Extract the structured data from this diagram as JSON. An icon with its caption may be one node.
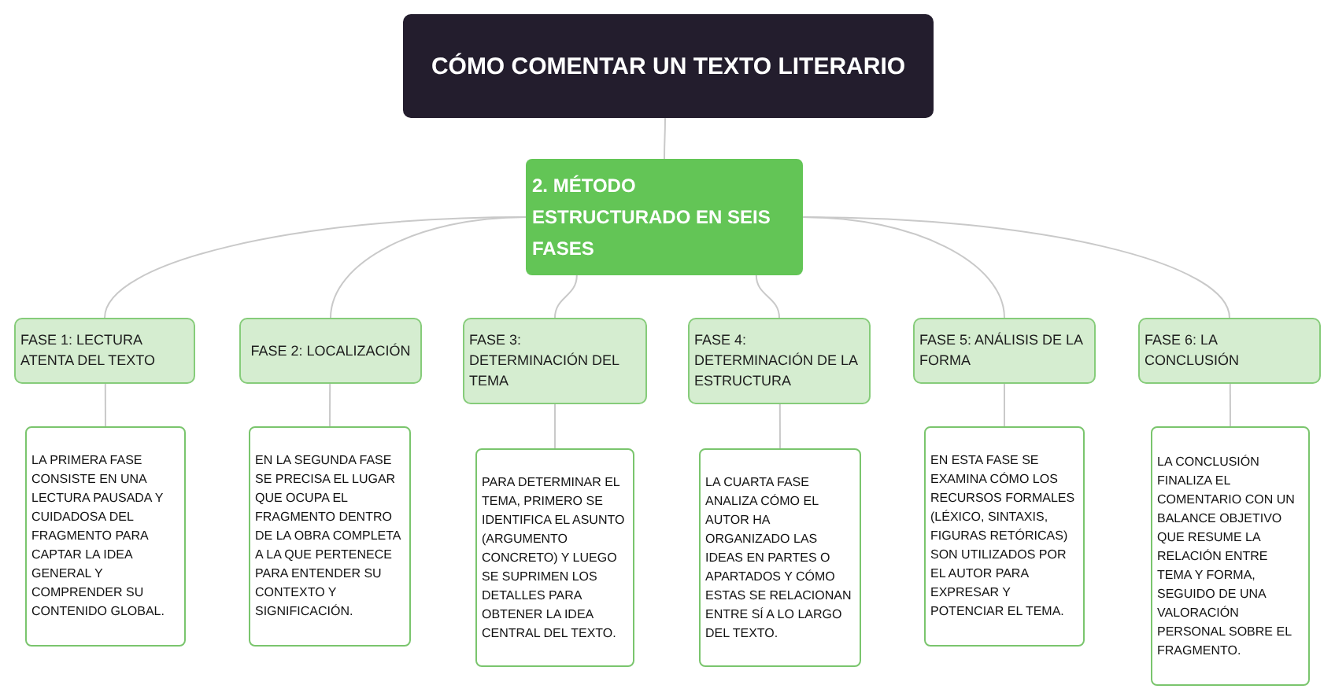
{
  "diagram": {
    "nodes": [
      {
        "text": [
          "CÓMO COMENTAR UN TEXTO LITERARIO"
        ]
      },
      {
        "text": [
          "2. MÉTODO ESTRUCTURADO EN SEIS FASES"
        ]
      },
      {
        "text": [
          "FASE 1: LECTURA ATENTA DEL TEXTO"
        ]
      },
      {
        "text": [
          "FASE 2: LOCALIZACIÓN"
        ]
      },
      {
        "text": [
          "FASE 3: DETERMINACIÓN DEL TEMA"
        ]
      },
      {
        "text": [
          "FASE 4: DETERMINACIÓN DE LA ESTRUCTURA"
        ]
      },
      {
        "text": [
          "FASE 5: ANÁLISIS DE LA FORMA"
        ]
      },
      {
        "text": [
          "FASE 6: LA CONCLUSIÓN"
        ]
      },
      {
        "text": [
          "LA PRIMERA FASE CONSISTE EN UNA LECTURA PAUSADA Y CUIDADOSA DEL FRAGMENTO PARA CAPTAR LA IDEA GENERAL Y COMPRENDER SU CONTENIDO GLOBAL."
        ]
      },
      {
        "text": [
          "EN LA SEGUNDA FASE SE PRECISA EL LUGAR QUE OCUPA EL FRAGMENTO DENTRO DE LA OBRA COMPLETA A LA QUE PERTENECE PARA ENTENDER SU CONTEXTO Y SIGNIFICACIÓN."
        ]
      },
      {
        "text": [
          "PARA DETERMINAR EL TEMA, PRIMERO SE IDENTIFICA EL ASUNTO (ARGUMENTO CONCRETO) Y LUEGO SE SUPRIMEN LOS DETALLES PARA OBTENER LA IDEA CENTRAL DEL TEXTO."
        ]
      },
      {
        "text": [
          "LA CUARTA FASE ANALIZA CÓMO EL AUTOR HA ORGANIZADO LAS IDEAS EN PARTES O APARTADOS Y CÓMO ESTAS SE RELACIONAN ENTRE SÍ A LO LARGO DEL TEXTO."
        ]
      },
      {
        "text": [
          "EN ESTA FASE SE EXAMINA CÓMO LOS RECURSOS FORMALES (LÉXICO, SINTAXIS, FIGURAS RETÓRICAS) SON UTILIZADOS POR EL AUTOR PARA EXPRESAR Y POTENCIAR EL TEMA."
        ]
      },
      {
        "text": [
          "LA CONCLUSIÓN FINALIZA EL COMENTARIO CON UN BALANCE OBJETIVO QUE RESUME LA RELACIÓN ENTRE TEMA Y FORMA, SEGUIDO DE UNA VALORACIÓN PERSONAL SOBRE EL FRAGMENTO."
        ]
      }
    ],
    "edges": [
      {
        "from": 0,
        "to": 1,
        "arrow": "none"
      },
      {
        "from": 1,
        "to": 2,
        "arrow": "none"
      },
      {
        "from": 1,
        "to": 3,
        "arrow": "none"
      },
      {
        "from": 1,
        "to": 4,
        "arrow": "none"
      },
      {
        "from": 1,
        "to": 5,
        "arrow": "none"
      },
      {
        "from": 1,
        "to": 6,
        "arrow": "none"
      },
      {
        "from": 1,
        "to": 7,
        "arrow": "none"
      },
      {
        "from": 2,
        "to": 8,
        "arrow": "none"
      },
      {
        "from": 3,
        "to": 9,
        "arrow": "none"
      },
      {
        "from": 4,
        "to": 10,
        "arrow": "none"
      },
      {
        "from": 5,
        "to": 11,
        "arrow": "none"
      },
      {
        "from": 6,
        "to": 12,
        "arrow": "none"
      },
      {
        "from": 7,
        "to": 13,
        "arrow": "none"
      }
    ]
  }
}
